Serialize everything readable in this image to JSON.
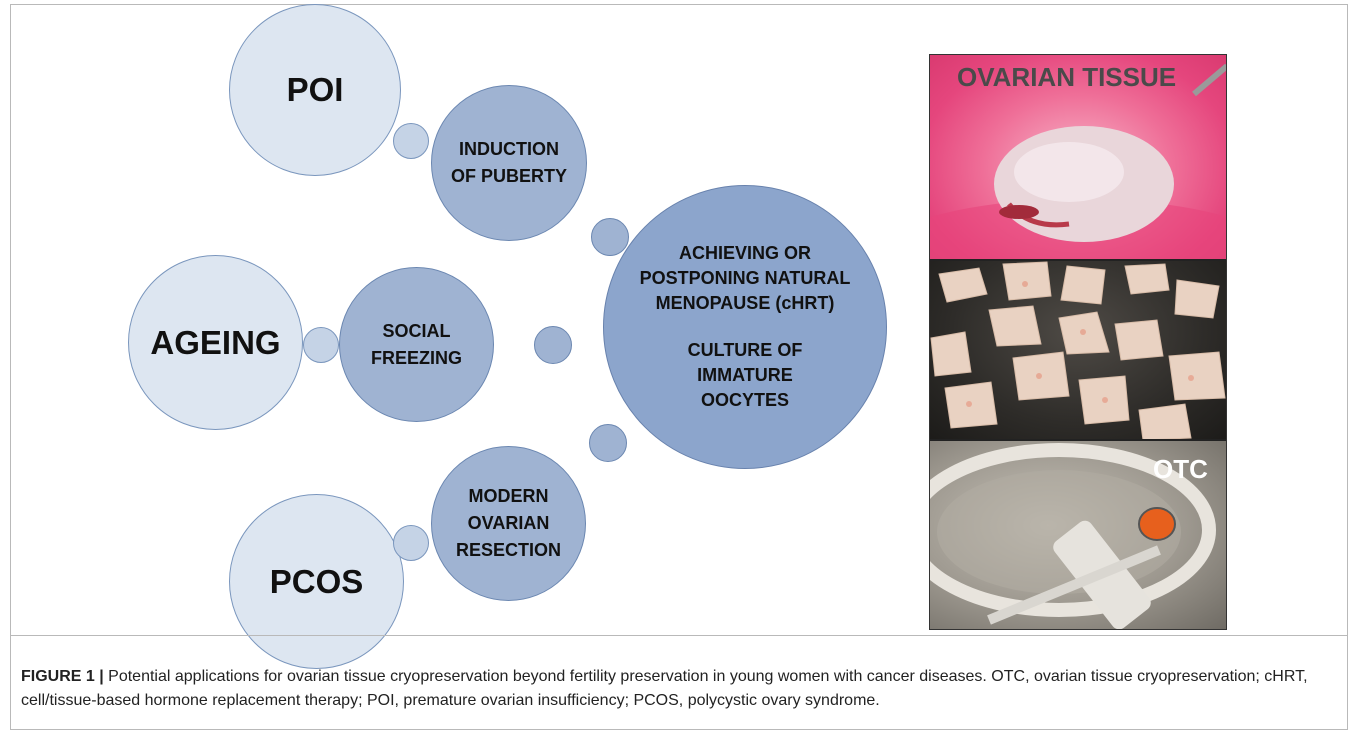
{
  "diagram": {
    "left_nodes": [
      "POI",
      "AGEING",
      "PCOS"
    ],
    "middle_nodes": [
      "INDUCTION\nOF PUBERTY",
      "SOCIAL\nFREEZING",
      "MODERN\nOVARIAN\nRESECTION"
    ],
    "center_node": {
      "line1": "ACHIEVING OR\nPOSTPONING NATURAL\nMENOPAUSE (cHRT)",
      "line2": "CULTURE OF\nIMMATURE\nOOCYTES"
    }
  },
  "photos": {
    "top_label": "OVARIAN TISSUE",
    "bottom_label": "OTC"
  },
  "caption": {
    "label": "FIGURE 1 |",
    "text": " Potential applications for ovarian tissue cryopreservation beyond fertility preservation in young women with cancer diseases. OTC, ovarian tissue cryopreservation; cHRT, cell/tissue-based hormone replacement therapy; POI, premature ovarian insufficiency; PCOS, polycystic ovary syndrome."
  },
  "colors": {
    "light_circle": "#dde6f1",
    "mid_circle": "#9fb3d2",
    "center_circle": "#8ca5cc",
    "outline": "#7a96bd"
  }
}
